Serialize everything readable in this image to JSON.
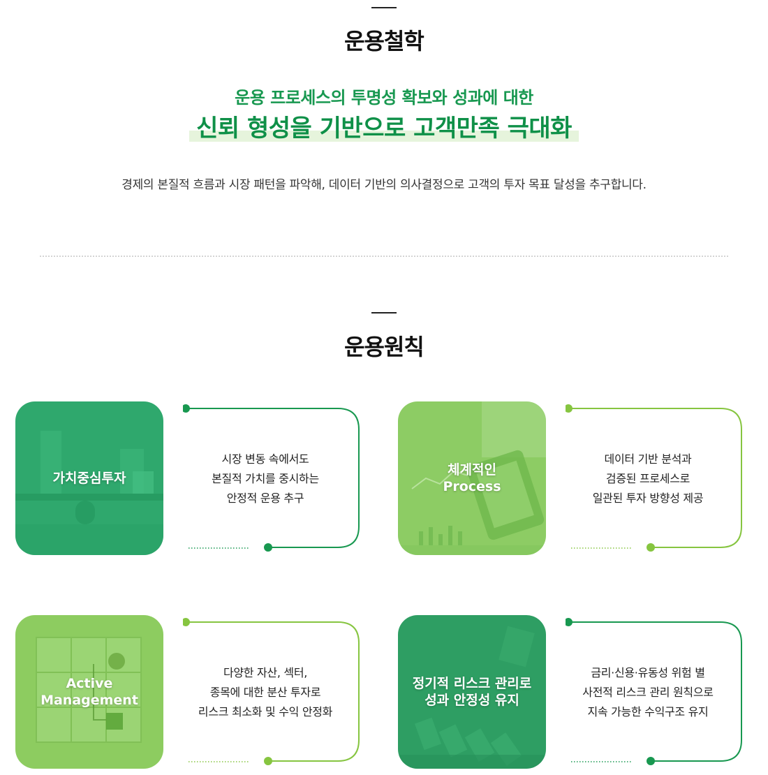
{
  "philosophy": {
    "title": "운용철학",
    "subtitle": "운용 프로세스의 투명성 확보와 성과에 대한",
    "headline": "신뢰 형성을 기반으로 고객만족 극대화",
    "description": "경제의 본질적 흐름과 시장 패턴을 파악해, 데이터 기반의 의사결정으로 고객의 투자 목표 달성을 추구합니다."
  },
  "principles": {
    "title": "운용원칙",
    "items": [
      {
        "card_lines": [
          "가치중심투자"
        ],
        "desc_lines": [
          "시장 변동 속에서도",
          "본질적 가치를 중시하는",
          "안정적 운용 추구"
        ],
        "card_color": "#2fa86d",
        "line_color": "#189850"
      },
      {
        "card_lines": [
          "체계적인",
          "Process"
        ],
        "desc_lines": [
          "데이터 기반 분석과",
          "검증된 프로세스로",
          "일관된 투자 방향성 제공"
        ],
        "card_color": "#8dcc64",
        "line_color": "#86c540"
      },
      {
        "card_lines": [
          "Active",
          "Management"
        ],
        "desc_lines": [
          "다양한 자산, 섹터,",
          "종목에 대한 분산 투자로",
          "리스크 최소화 및 수익 안정화"
        ],
        "card_color": "#8dcc60",
        "line_color": "#86c540"
      },
      {
        "card_lines": [
          "정기적 리스크 관리로",
          "성과 안정성 유지"
        ],
        "desc_lines": [
          "금리·신용·유동성 위험 별",
          "사전적 리스크 관리 원칙으로",
          "지속 가능한 수익구조 유지"
        ],
        "card_color": "#2e9e63",
        "line_color": "#189850"
      }
    ]
  }
}
